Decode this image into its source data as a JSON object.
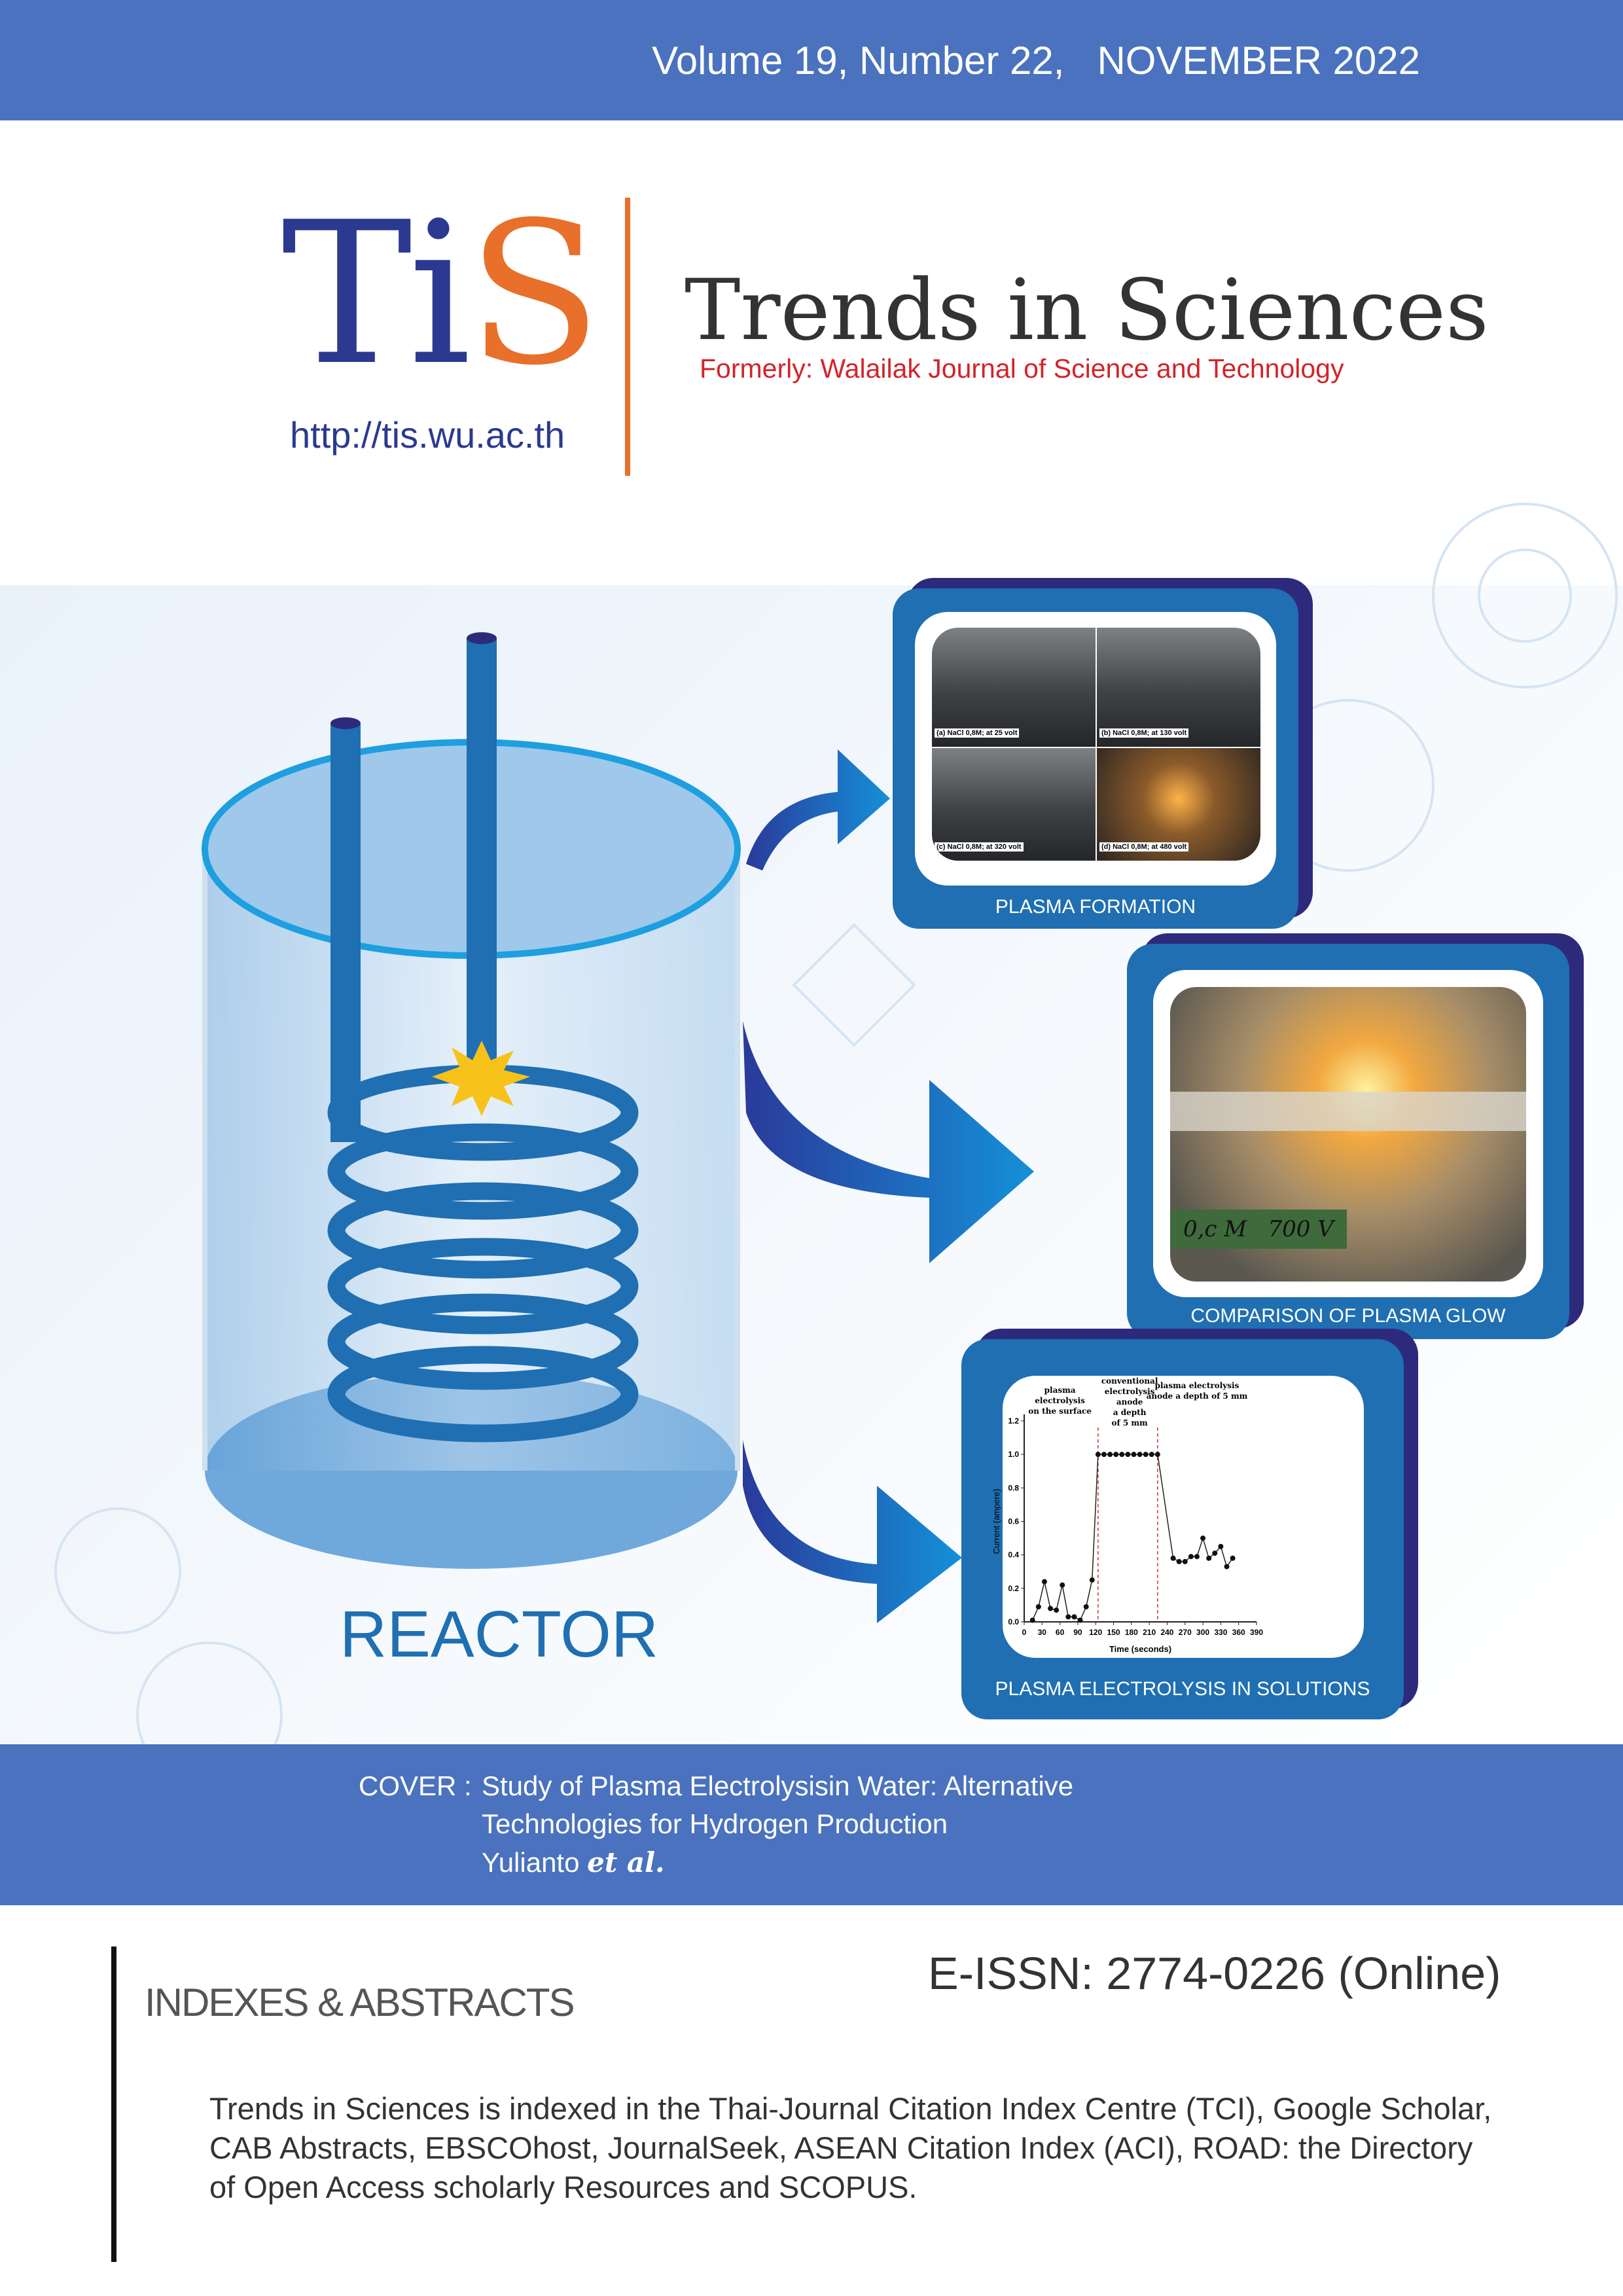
{
  "header": {
    "issue": "Volume 19, Number 22,   NOVEMBER 2022"
  },
  "logo": {
    "letters": [
      "T",
      "i",
      "S"
    ],
    "url": "http://tis.wu.ac.th"
  },
  "journal": {
    "title": "Trends in Sciences",
    "formerly": "Formerly: Walailak Journal of Science and Technology"
  },
  "illustration": {
    "reactor_label": "REACTOR",
    "panels": [
      {
        "label": "PLASMA FORMATION",
        "captions": [
          "(a) NaCl 0,8M; at 25 volt",
          "(b) NaCl 0,8M; at 130 volt",
          "(c) NaCl 0,8M; at 320 volt",
          "(d) NaCl 0,8M; at 480 volt"
        ]
      },
      {
        "label": "COMPARISON OF PLASMA GLOW",
        "photo_note": "0,c M   700 V"
      },
      {
        "label": "PLASMA ELECTROLYSIS IN SOLUTIONS"
      }
    ]
  },
  "chart_data": {
    "type": "line",
    "xlabel": "Time (seconds)",
    "ylabel": "Current (ampere)",
    "xlim": [
      0,
      390
    ],
    "ylim": [
      0,
      1.2
    ],
    "xticks": [
      0,
      30,
      60,
      90,
      120,
      150,
      180,
      210,
      240,
      270,
      300,
      330,
      360,
      390
    ],
    "yticks": [
      "0.0",
      "0.2",
      "0.4",
      "0.6",
      "0.8",
      "1.0",
      "1.2"
    ],
    "annotations": [
      [
        "plasma",
        "electrolysis",
        "on the surface"
      ],
      [
        "conventional",
        "electrolysis",
        "anode",
        "a depth",
        "of 5 mm"
      ],
      [
        "plasma electrolysis",
        "anode a depth of 5 mm"
      ]
    ],
    "vlines": [
      124,
      224
    ],
    "x": [
      14,
      24,
      34,
      44,
      54,
      64,
      74,
      84,
      94,
      104,
      114,
      124,
      134,
      144,
      154,
      164,
      174,
      184,
      194,
      204,
      214,
      224,
      250,
      260,
      270,
      280,
      290,
      300,
      310,
      320,
      330,
      340,
      350
    ],
    "y": [
      0.01,
      0.09,
      0.24,
      0.08,
      0.07,
      0.22,
      0.03,
      0.03,
      0.01,
      0.09,
      0.25,
      1.0,
      1.0,
      1.0,
      1.0,
      1.0,
      1.0,
      1.0,
      1.0,
      1.0,
      1.0,
      1.0,
      0.38,
      0.36,
      0.36,
      0.39,
      0.39,
      0.5,
      0.38,
      0.41,
      0.45,
      0.33,
      0.38
    ]
  },
  "cover": {
    "prefix": "COVER :",
    "line1": "Study of Plasma Electrolysisin Water: Alternative",
    "line2": "Technologies for Hydrogen Production",
    "author": "Yulianto",
    "etal": "et al."
  },
  "footer": {
    "indexes_title": "INDEXES & ABSTRACTS",
    "issn": "E-ISSN: 2774-0226 (Online)",
    "lines": [
      "Trends in Sciences is indexed in the Thai-Journal Citation Index Centre (TCI), Google Scholar,",
      "CAB Abstracts, EBSCOhost, JournalSeek, ASEAN Citation Index (ACI),  ROAD: the Directory",
      "of Open Access scholarly Resources and SCOPUS."
    ]
  },
  "colors": {
    "header": "#4a72be",
    "brand_blue": "#2b3990",
    "brand_orange": "#e8702a",
    "panel": "#1f6fb2",
    "formerly": "#d2232a"
  }
}
